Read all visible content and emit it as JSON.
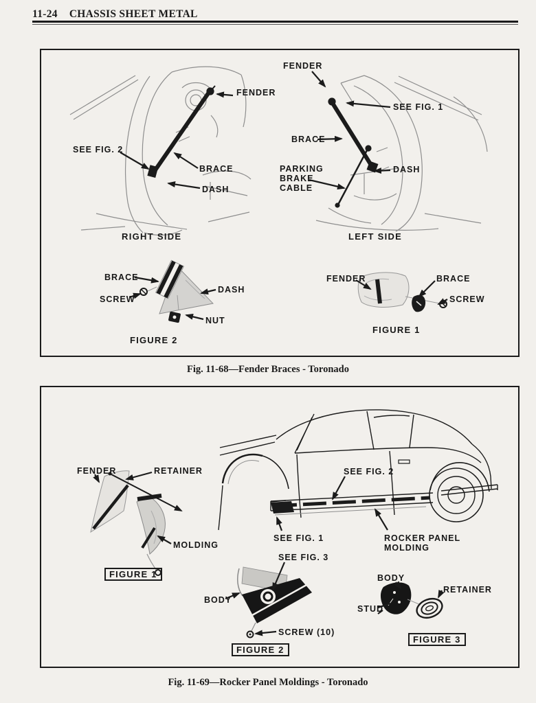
{
  "header": {
    "page_number": "11-24",
    "title": "CHASSIS SHEET METAL"
  },
  "fig_11_68": {
    "caption": "Fig. 11-68—Fender Braces - Toronado",
    "right_side": {
      "caption": "RIGHT SIDE",
      "labels": {
        "fender": "FENDER",
        "see_fig_2": "SEE FIG. 2",
        "brace": "BRACE",
        "dash": "DASH"
      }
    },
    "left_side": {
      "caption": "LEFT SIDE",
      "labels": {
        "fender": "FENDER",
        "see_fig_1": "SEE FIG. 1",
        "brace": "BRACE",
        "parking_brake_cable": "PARKING\nBRAKE\nCABLE",
        "dash": "DASH"
      }
    },
    "figure_2": {
      "caption": "FIGURE 2",
      "labels": {
        "brace": "BRACE",
        "screw": "SCREW",
        "dash": "DASH",
        "nut": "NUT"
      }
    },
    "figure_1": {
      "caption": "FIGURE 1",
      "labels": {
        "fender": "FENDER",
        "brace": "BRACE",
        "screw": "SCREW"
      }
    }
  },
  "fig_11_69": {
    "caption": "Fig. 11-69—Rocker Panel Moldings - Toronado",
    "car": {
      "labels": {
        "see_fig_2": "SEE FIG. 2",
        "see_fig_1": "SEE FIG. 1",
        "rocker_panel_molding": "ROCKER PANEL\nMOLDING"
      }
    },
    "figure_1": {
      "caption": "FIGURE 1",
      "labels": {
        "fender": "FENDER",
        "retainer": "RETAINER",
        "molding": "MOLDING"
      }
    },
    "figure_2": {
      "caption": "FIGURE 2",
      "labels": {
        "see_fig_3": "SEE FIG. 3",
        "body": "BODY",
        "screw_10": "SCREW (10)"
      }
    },
    "figure_3": {
      "caption": "FIGURE 3",
      "labels": {
        "body": "BODY",
        "stud": "STUD",
        "retainer": "RETAINER"
      }
    }
  }
}
